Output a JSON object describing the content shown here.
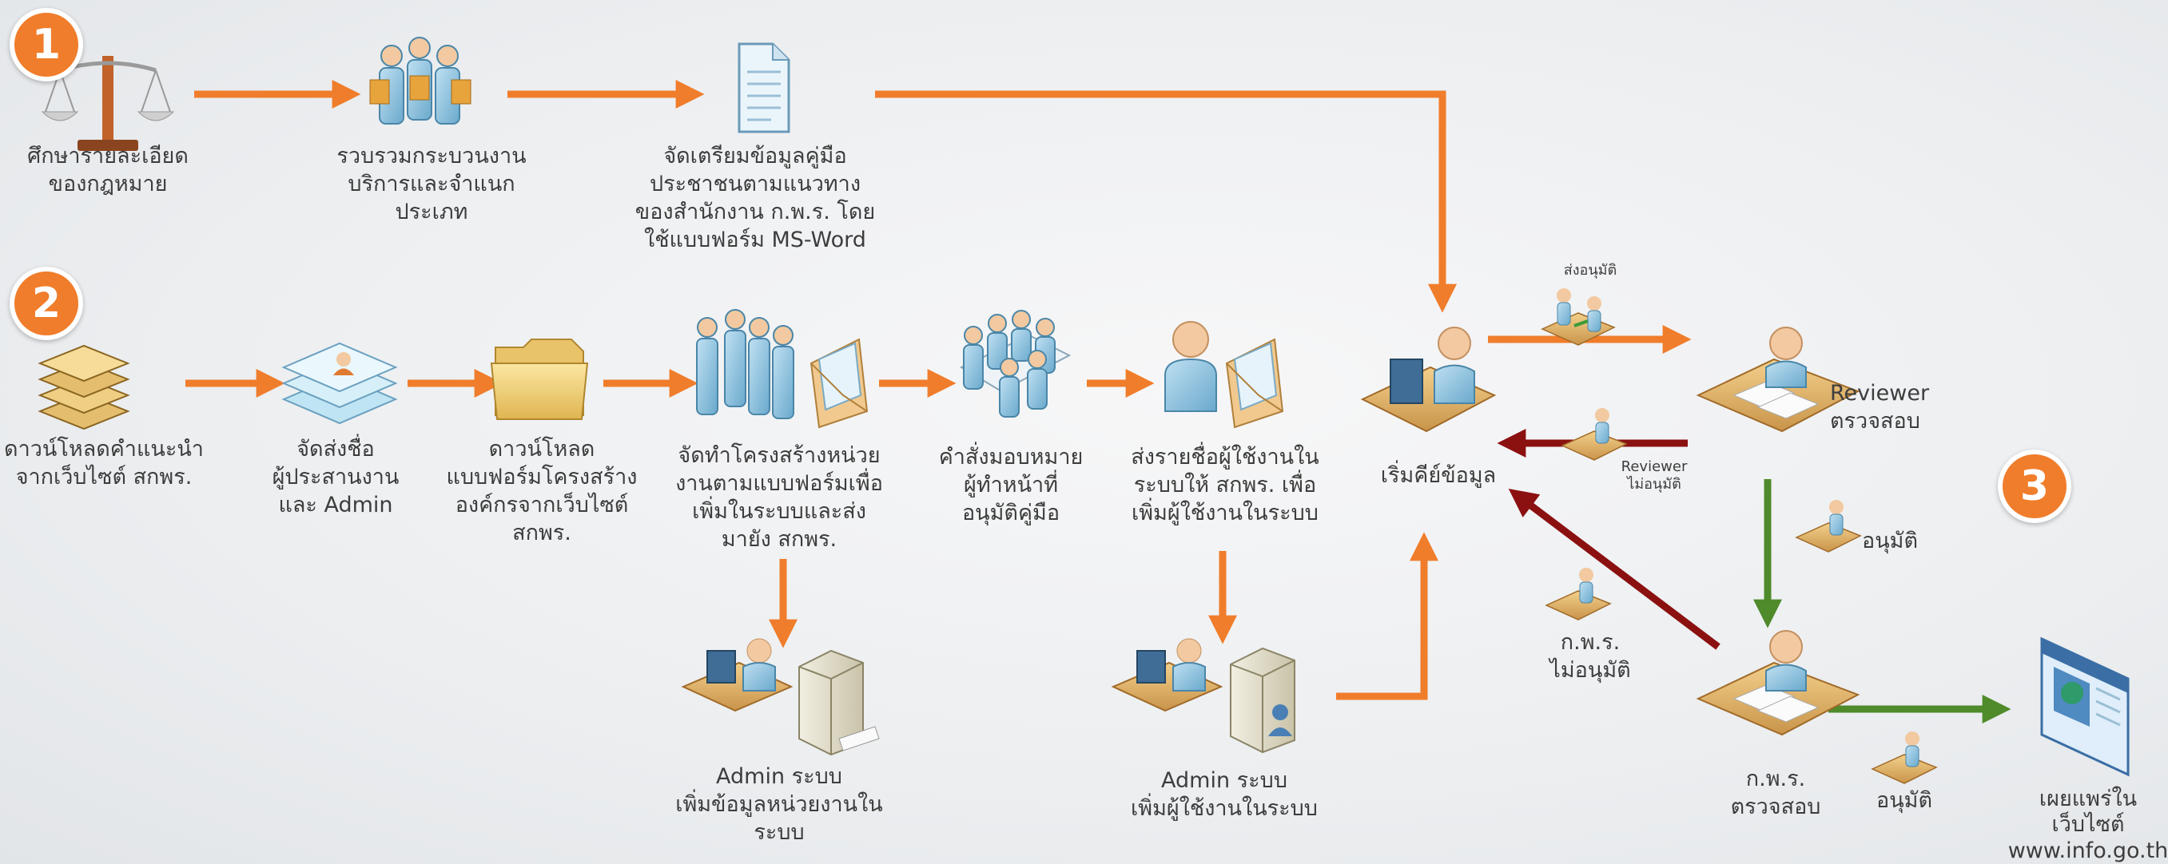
{
  "badges": [
    "1",
    "2",
    "3"
  ],
  "row1": {
    "step1": [
      "ศึกษารายละเอียด",
      "ของกฎหมาย"
    ],
    "step2": [
      "รวบรวมกระบวนงาน",
      "บริการและจำแนก",
      "ประเภท"
    ],
    "step3": [
      "จัดเตรียมข้อมูลคู่มือ",
      "ประชาชนตามแนวทาง",
      "ของสำนักงาน ก.พ.ร. โดย",
      "ใช้แบบฟอร์ม MS-Word"
    ]
  },
  "row2": {
    "step1": [
      "ดาวน์โหลดคำแนะนำ",
      "จากเว็บไซต์ สกพร."
    ],
    "step2": [
      "จัดส่งชื่อ",
      "ผู้ประสานงาน",
      "และ Admin"
    ],
    "step3": [
      "ดาวน์โหลด",
      "แบบฟอร์มโครงสร้าง",
      "องค์กรจากเว็บไซต์",
      "สกพร."
    ],
    "step4": [
      "จัดทำโครงสร้างหน่วย",
      "งานตามแบบฟอร์มเพื่อ",
      "เพิ่มในระบบและส่ง",
      "มายัง สกพร."
    ],
    "step5": [
      "คำสั่งมอบหมาย",
      "ผู้ทำหน้าที่",
      "อนุมัติคู่มือ"
    ],
    "step6": [
      "ส่งรายชื่อผู้ใช้งานใน",
      "ระบบให้ สกพร. เพื่อ",
      "เพิ่มผู้ใช้งานในระบบ"
    ]
  },
  "admin1": [
    "Admin ระบบ",
    "เพิ่มข้อมูลหน่วยงานใน",
    "ระบบ"
  ],
  "admin2": [
    "Admin ระบบ",
    "เพิ่มผู้ใช้งานในระบบ"
  ],
  "start_entry": "เริ่มคีย์ข้อมูล",
  "send_approve": "ส่งอนุมัติ",
  "reviewer": [
    "Reviewer",
    "ตรวจสอบ"
  ],
  "reviewer_reject": [
    "Reviewer",
    "ไม่อนุมัติ"
  ],
  "approve1": "อนุมัติ",
  "opdc_reject": [
    "ก.พ.ร.",
    "ไม่อนุมัติ"
  ],
  "opdc_review": [
    "ก.พ.ร.",
    "ตรวจสอบ"
  ],
  "approve2": "อนุมัติ",
  "publish": [
    "เผยแพร่ใน",
    "เว็บไซต์",
    "www.info.go.th"
  ],
  "colors": {
    "orange": "#f07d2b",
    "dark_red": "#8b1010",
    "green": "#4f8a2b"
  }
}
